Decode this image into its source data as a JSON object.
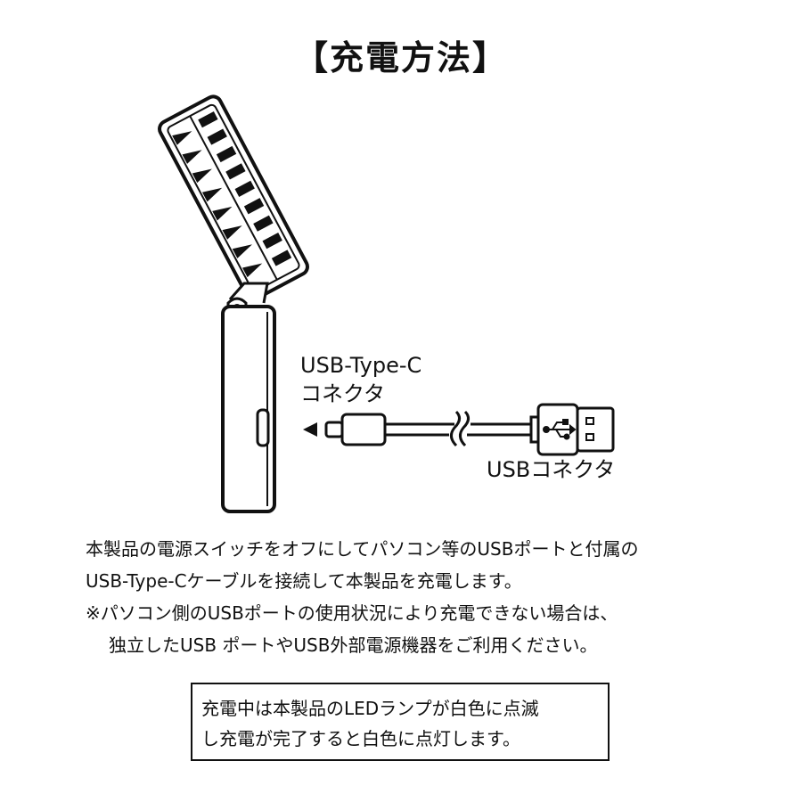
{
  "title": "【充電方法】",
  "labels": {
    "type_c_line1": "USB-Type-C",
    "type_c_line2": "コネクタ",
    "usb_connector": "USBコネクタ"
  },
  "instructions": [
    "本製品の電源スイッチをオフにしてパソコン等のUSBポートと付属の",
    "USB-Type-Cケーブルを接続して本製品を充電します。",
    "※パソコン側のUSBポートの使用状況により充電できない場合は、",
    "独立したUSB ポートやUSB外部電源機器をご利用ください。"
  ],
  "note": [
    "充電中は本製品のLEDランプが白色に点滅",
    "し充電が完了すると白色に点灯します。"
  ],
  "colors": {
    "line": "#111111",
    "background": "#ffffff"
  }
}
